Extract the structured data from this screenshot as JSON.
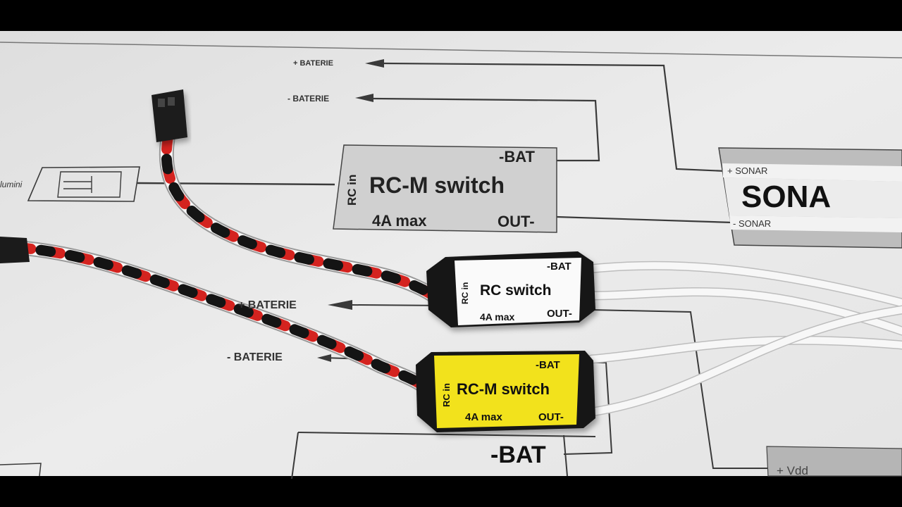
{
  "diagram": {
    "plus_baterie_top": "+ BATERIE",
    "minus_baterie_top": "- BATERIE",
    "lumini_label": "lumini",
    "plus_baterie_mid": "+ BATERIE",
    "minus_baterie_mid": "- BATERIE",
    "rcm_module": {
      "rc_in": "RC in",
      "bat": "-BAT",
      "title": "RC-M switch",
      "rating": "4A max",
      "out": "OUT-"
    },
    "sonar_box": {
      "plus_label": "+ SONAR",
      "title": "SONA",
      "minus_label": "- SONAR"
    },
    "bottom_box_bat": "-BAT",
    "vdd_label": "+ Vdd"
  },
  "devices": {
    "white_switch": {
      "rc_in": "RC in",
      "bat": "-BAT",
      "title": "RC switch",
      "rating": "4A max",
      "out": "OUT-"
    },
    "yellow_switch": {
      "rc_in": "RC in",
      "bat": "-BAT",
      "title": "RC-M switch",
      "rating": "4A max",
      "out": "OUT-"
    }
  },
  "colors": {
    "paper": "#e9e9e9",
    "module_fill": "#d0d0d0",
    "sonar_fill": "#bdbdbd",
    "yellow_label": "#f2e21c",
    "heatshrink": "#151515",
    "wire_red": "#d4231f",
    "wire_black": "#141414",
    "wire_white": "#f7f7f7"
  }
}
